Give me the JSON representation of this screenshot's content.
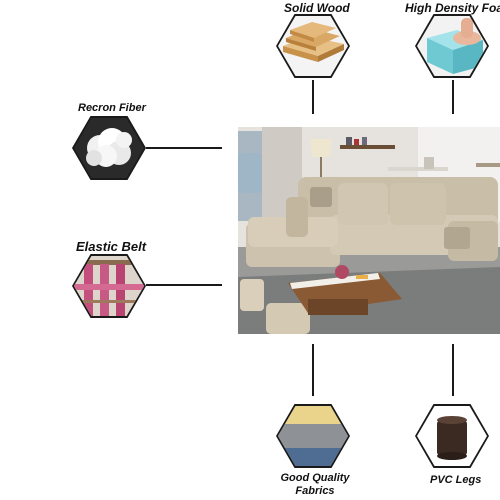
{
  "features": {
    "solid_wood": {
      "label": "Solid Wood",
      "icon": "wood-planks-icon"
    },
    "high_density_foam": {
      "label": "High Density Foam",
      "icon": "foam-block-icon"
    },
    "recron_fiber": {
      "label": "Recron Fiber",
      "icon": "fiber-cotton-icon"
    },
    "elastic_belt": {
      "label": "Elastic Belt",
      "icon": "elastic-belt-icon"
    },
    "good_quality_fabrics": {
      "label_line1": "Good Quality",
      "label_line2": "Fabrics",
      "icon": "fabric-layers-icon"
    },
    "pvc_legs": {
      "label": "PVC Legs",
      "icon": "pvc-leg-icon"
    }
  },
  "colors": {
    "sofa": "#cfc3ad",
    "wood": "#d6a765",
    "foam": "#7fd3dc",
    "belt": "#c54f7c",
    "fabric_grey": "#8e9296",
    "fabric_blue": "#4f6c93",
    "fabric_yellow": "#ead38a",
    "leg": "#3a2a22"
  }
}
